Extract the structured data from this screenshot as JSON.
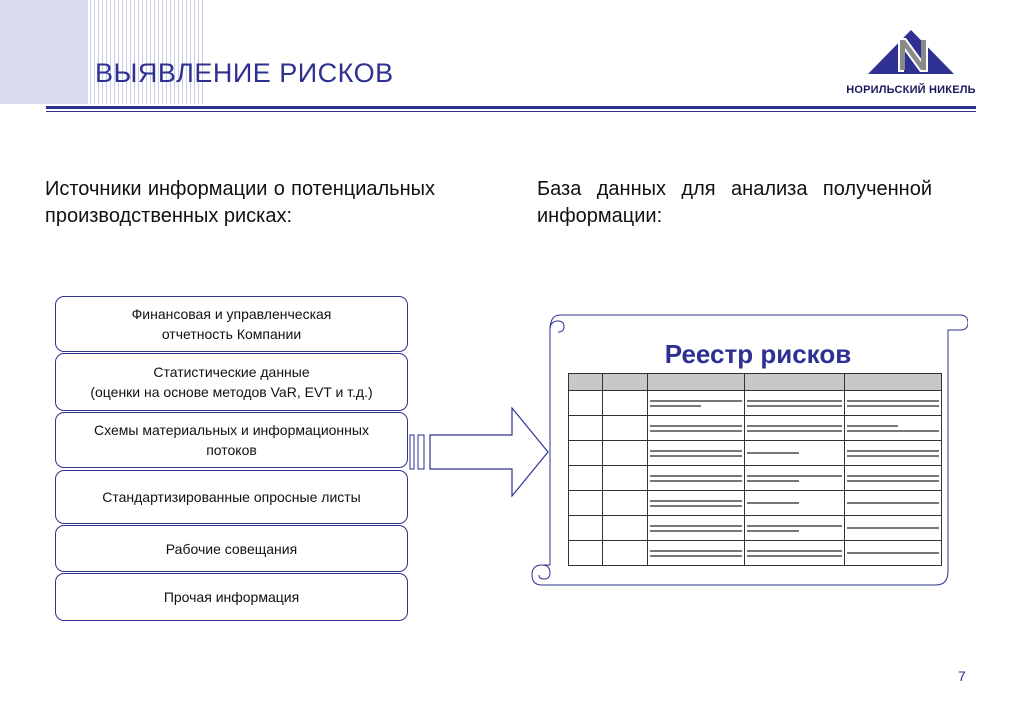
{
  "header": {
    "title": "ВЫЯВЛЕНИЕ РИСКОВ",
    "logo_text": "НОРИЛЬСКИЙ НИКЕЛЬ"
  },
  "left": {
    "heading": "Источники информации о потенциальных производственных рисках:",
    "sources": [
      {
        "line1": "Финансовая и управленческая",
        "line2": "отчетность Компании"
      },
      {
        "line1": "Статистические данные",
        "line2": "(оценки на основе методов VaR, EVT и т.д.)"
      },
      {
        "line1": "Схемы материальных и информационных",
        "line2": "потоков"
      },
      {
        "line1": "Стандартизированные опросные листы",
        "line2": ""
      },
      {
        "line1": "Рабочие совещания",
        "line2": ""
      },
      {
        "line1": "Прочая информация",
        "line2": ""
      }
    ]
  },
  "right": {
    "heading": "База данных для анализа полученной информации:",
    "registry_title": "Реестр рисков"
  },
  "colors": {
    "accent": "#2e3192",
    "box_border": "#2e3192"
  },
  "footer": {
    "page_number": "7"
  }
}
